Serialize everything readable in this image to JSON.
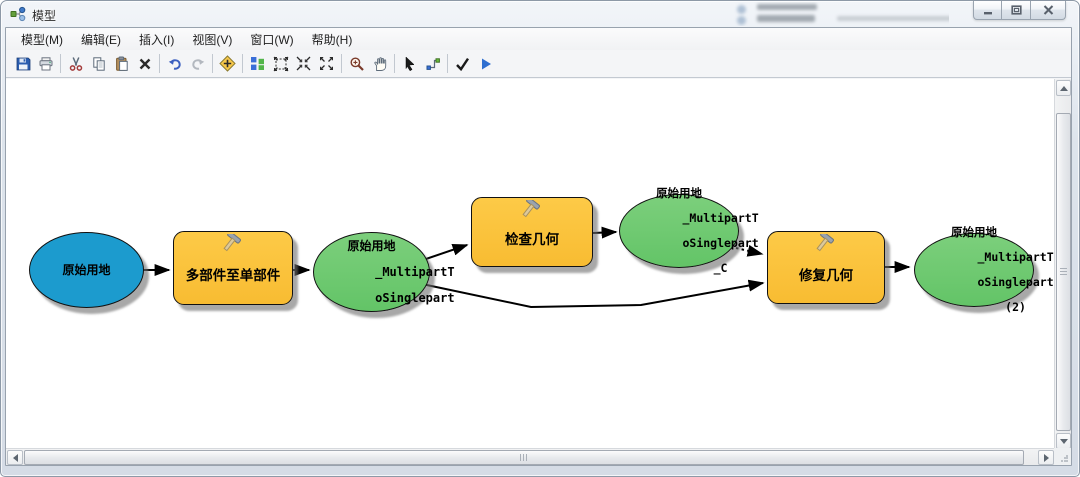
{
  "window": {
    "title": "模型",
    "controls": [
      {
        "name": "minimize"
      },
      {
        "name": "restore"
      },
      {
        "name": "close"
      }
    ]
  },
  "menu": {
    "items": [
      {
        "label": "模型(M)"
      },
      {
        "label": "编辑(E)"
      },
      {
        "label": "插入(I)"
      },
      {
        "label": "视图(V)"
      },
      {
        "label": "窗口(W)"
      },
      {
        "label": "帮助(H)"
      }
    ]
  },
  "toolbar": {
    "buttons": [
      {
        "name": "save"
      },
      {
        "name": "print"
      },
      {
        "name": "cut"
      },
      {
        "name": "copy"
      },
      {
        "name": "paste"
      },
      {
        "name": "delete"
      },
      {
        "name": "undo"
      },
      {
        "name": "redo"
      },
      {
        "name": "add-data"
      },
      {
        "name": "auto-layout"
      },
      {
        "name": "fit-to-window"
      },
      {
        "name": "fixed-zoom-in"
      },
      {
        "name": "fixed-zoom-out"
      },
      {
        "name": "zoom"
      },
      {
        "name": "pan"
      },
      {
        "name": "select"
      },
      {
        "name": "connect"
      },
      {
        "name": "validate"
      },
      {
        "name": "run"
      }
    ]
  },
  "diagram": {
    "colors": {
      "input_data": "#1c9bce",
      "tool": "#f9c23c",
      "derived_data": "#6fc96f",
      "connector": "#000000"
    },
    "nodes": [
      {
        "id": "n1",
        "type": "input-data",
        "lines": [
          "原始用地"
        ]
      },
      {
        "id": "n2",
        "type": "tool",
        "label": "多部件至单部件"
      },
      {
        "id": "n3",
        "type": "derived-data",
        "lines": [
          "原始用地",
          "_MultipartT",
          "oSinglepart"
        ]
      },
      {
        "id": "n4",
        "type": "tool",
        "label": "检查几何"
      },
      {
        "id": "n5",
        "type": "derived-data",
        "lines": [
          "原始用地",
          "_MultipartT",
          "oSinglepart",
          "_C"
        ]
      },
      {
        "id": "n6",
        "type": "tool",
        "label": "修复几何"
      },
      {
        "id": "n7",
        "type": "derived-data",
        "lines": [
          "原始用地",
          "_MultipartT",
          "oSinglepart",
          "(2)"
        ]
      }
    ],
    "connections": [
      {
        "from": "n1",
        "to": "n2",
        "style": "solid"
      },
      {
        "from": "n2",
        "to": "n3",
        "style": "solid"
      },
      {
        "from": "n3",
        "to": "n4",
        "style": "solid"
      },
      {
        "from": "n4",
        "to": "n5",
        "style": "solid"
      },
      {
        "from": "n5",
        "to": "n6",
        "style": "dotted"
      },
      {
        "from": "n3",
        "to": "n6",
        "style": "solid"
      },
      {
        "from": "n6",
        "to": "n7",
        "style": "solid"
      }
    ]
  }
}
